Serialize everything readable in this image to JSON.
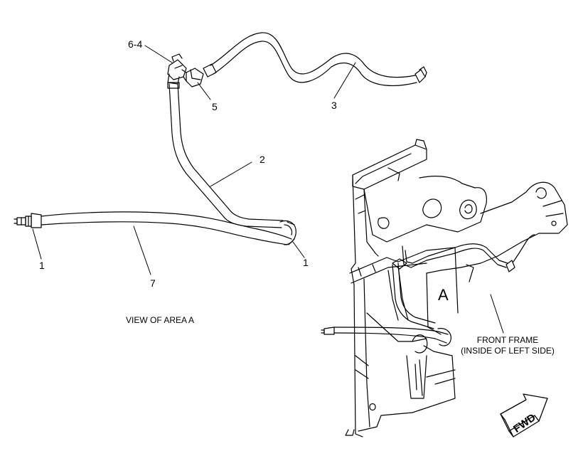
{
  "labels": {
    "l_6_4": "6-4",
    "l_5": "5",
    "l_3": "3",
    "l_2": "2",
    "l_1_left": "1",
    "l_1_right": "1",
    "l_7": "7",
    "area_letter": "A"
  },
  "captions": {
    "view": "VIEW OF AREA  A",
    "frame_line1": "FRONT FRAME",
    "frame_line2": "(INSIDE OF LEFT SIDE)",
    "fwd": "FWD"
  }
}
